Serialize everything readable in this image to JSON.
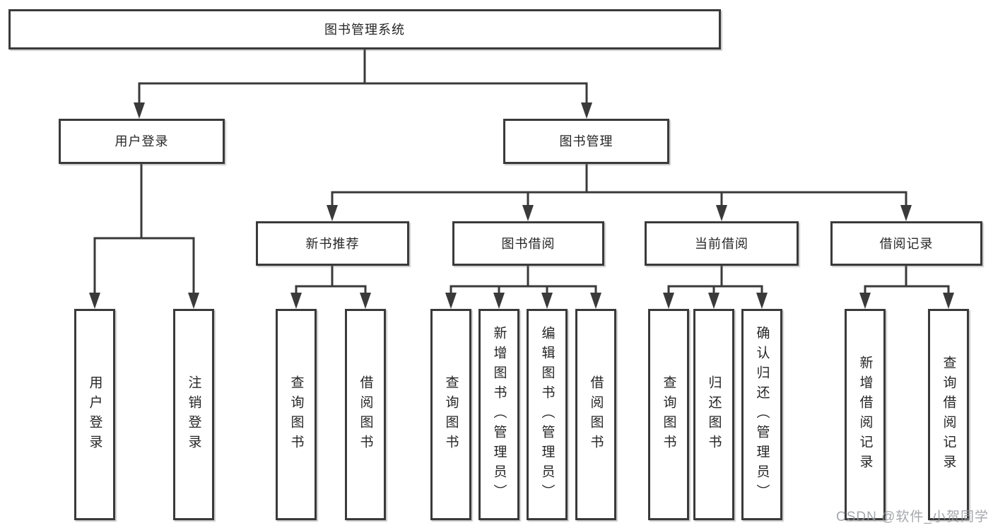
{
  "diagram": {
    "root": {
      "label": "图书管理系统"
    },
    "level2": [
      {
        "label": "用户登录"
      },
      {
        "label": "图书管理"
      }
    ],
    "level3": [
      {
        "label": "新书推荐"
      },
      {
        "label": "图书借阅"
      },
      {
        "label": "当前借阅"
      },
      {
        "label": "借阅记录"
      }
    ],
    "leaves": [
      {
        "label": "用户登录"
      },
      {
        "label": "注销登录"
      },
      {
        "label": "查询图书"
      },
      {
        "label": "借阅图书"
      },
      {
        "label": "查询图书"
      },
      {
        "label": "新增图书（管理员）"
      },
      {
        "label": "编辑图书（管理员）"
      },
      {
        "label": "借阅图书"
      },
      {
        "label": "查询图书"
      },
      {
        "label": "归还图书"
      },
      {
        "label": "确认归还（管理员）"
      },
      {
        "label": "新增借阅记录"
      },
      {
        "label": "查询借阅记录"
      }
    ]
  },
  "colors": {
    "line": "#3a3a3a",
    "box_border": "#3a3a3a",
    "text": "#262626",
    "watermark": "#94989e",
    "background": "#ffffff"
  },
  "watermark": {
    "text": "CSDN @软件_小贺同学"
  }
}
